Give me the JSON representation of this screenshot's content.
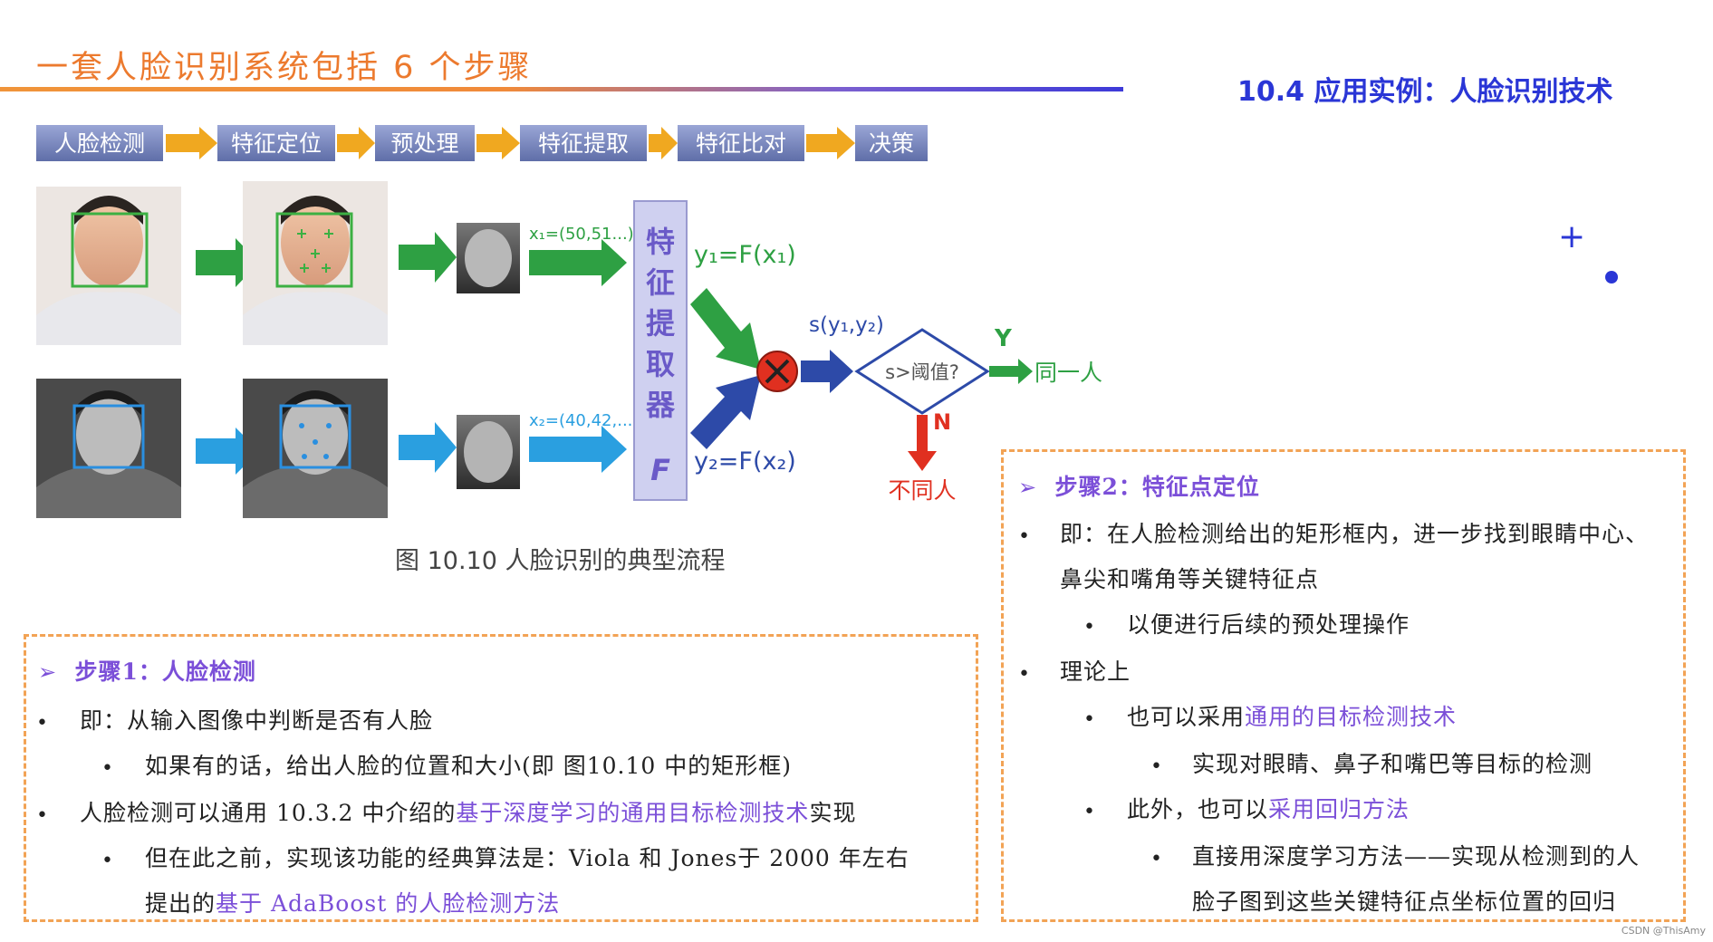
{
  "slide": {
    "title": "一套人脸识别系统包括 6 个步骤",
    "section_tag": "10.4 应用实例：人脸识别技术",
    "watermark": "CSDN @ThisAmy"
  },
  "figure": {
    "pipeline_steps": [
      "人脸检测",
      "特征定位",
      "预处理",
      "特征提取",
      "特征比对",
      "决策"
    ],
    "x1": "x₁=(50,51...)",
    "x2": "x₂=(40,42,...)",
    "extractor": [
      "特",
      "征",
      "提",
      "取",
      "器",
      "F"
    ],
    "y1": "y₁=F(x₁)",
    "y2": "y₂=F(x₂)",
    "similarity": "s(y₁,y₂)",
    "threshold": "s>阈值?",
    "yes": "Y",
    "no": "N",
    "same_person": "同一人",
    "diff_person": "不同人",
    "caption": "图 10.10   人脸识别的典型流程",
    "colors": {
      "step_box": "#7b8ac0",
      "arrow_orange": "#f0a820",
      "arrow_green": "#2ea043",
      "arrow_blue": "#2a9fe0",
      "arrow_navy": "#2d4aa8",
      "red": "#e03020"
    }
  },
  "left_box": {
    "heading": "步骤1：人脸检测",
    "l1": "即：从输入图像中判断是否有人脸",
    "l2": "如果有的话，给出人脸的位置和大小(即 图10.10 中的矩形框)",
    "l3_a": "人脸检测可以通用 10.3.2 中介绍的",
    "l3_hl": "基于深度学习的通用目标检测技术",
    "l3_b": "实现",
    "l4": "但在此之前，实现该功能的经典算法是：Viola 和 Jones于 2000 年左右",
    "l5_a": "提出的",
    "l5_hl": "基于 AdaBoost 的人脸检测方法"
  },
  "right_box": {
    "heading": "步骤2：特征点定位",
    "l1": "即：在人脸检测给出的矩形框内，进一步找到眼睛中心、",
    "l2": "鼻尖和嘴角等关键特征点",
    "l3": "以便进行后续的预处理操作",
    "l4": "理论上",
    "l5_a": "也可以采用",
    "l5_hl": "通用的目标检测技术",
    "l6": "实现对眼睛、鼻子和嘴巴等目标的检测",
    "l7_a": "此外，也可以",
    "l7_hl": "采用回归方法",
    "l8": "直接用深度学习方法——实现从检测到的人",
    "l9": "脸子图到这些关键特征点坐标位置的回归"
  }
}
